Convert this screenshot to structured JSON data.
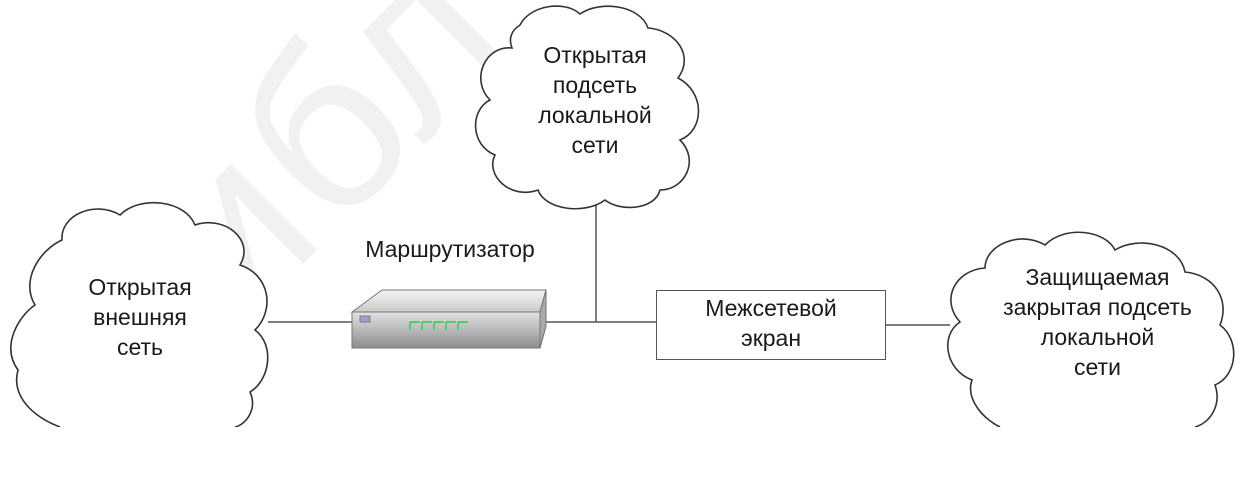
{
  "watermark": "Библ",
  "nodes": {
    "external_net": "Открытая\nвнешняя\nсеть",
    "router": "Маршрутизатор",
    "open_subnet": "Открытая\nподсеть\nлокальной\nсети",
    "firewall": "Межсетевой\nэкран",
    "protected_subnet": "Защищаемая\nзакрытая подсеть\nлокальной\nсети"
  },
  "colors": {
    "line": "#555555",
    "router_light": "#4fcf6a",
    "router_body": "#d9d9d9"
  },
  "icons": {
    "router": "router-icon",
    "cloud": "cloud-icon"
  }
}
